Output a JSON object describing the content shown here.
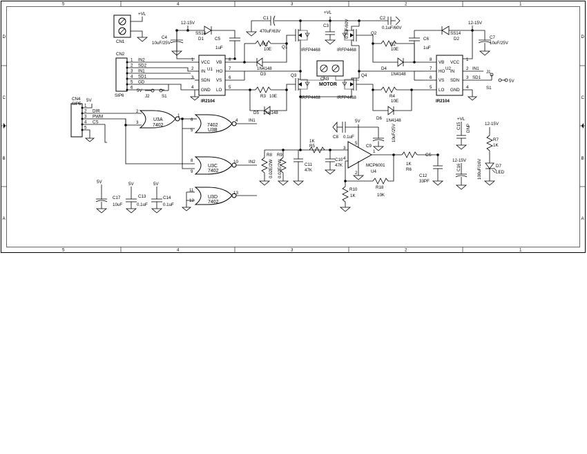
{
  "frame": {
    "cols_top": [
      "5",
      "4",
      "3",
      "2",
      "1"
    ],
    "cols_bottom": [
      "5",
      "4",
      "3",
      "2",
      "1"
    ],
    "rows_left": [
      "D",
      "C",
      "B",
      "A"
    ],
    "rows_right": [
      "D",
      "C",
      "B",
      "A"
    ]
  },
  "nets": {
    "vl": "+VL",
    "v12_15": "12-15V",
    "v5": "5V",
    "in1": "IN1",
    "in2": "IN2",
    "sd1": "SD1",
    "sd2": "SD2",
    "dir": "DIR",
    "pwm": "PWM",
    "cs": "CS",
    "gd": "GD"
  },
  "connectors": {
    "cn1": "CN1",
    "cn2": "CN2",
    "cn2_type": "SIP6",
    "cn3": "CN3",
    "cn3_label": "MOTOR",
    "cn4": "CN4",
    "cn4_type": "SIP5",
    "j1": "J1",
    "j2": "J2",
    "s1": "S1",
    "cn2_pins": [
      {
        "n": "1",
        "sig": "IN2"
      },
      {
        "n": "2",
        "sig": "SD2"
      },
      {
        "n": "3",
        "sig": "IN1"
      },
      {
        "n": "4",
        "sig": "SD1"
      },
      {
        "n": "5",
        "sig": "GD"
      },
      {
        "n": "6",
        "sig": ""
      }
    ],
    "cn4_pins": [
      {
        "n": "1",
        "sig": "5V"
      },
      {
        "n": "2",
        "sig": "DIR"
      },
      {
        "n": "3",
        "sig": "PWM"
      },
      {
        "n": "4",
        "sig": "CS"
      },
      {
        "n": "5",
        "sig": ""
      }
    ]
  },
  "drivers": {
    "u1": {
      "ref": "U1",
      "part": "IR2104",
      "pins_left": [
        {
          "n": "1",
          "name": "VCC"
        },
        {
          "n": "2",
          "name": "IN"
        },
        {
          "n": "3",
          "name": "SDN"
        },
        {
          "n": "4",
          "name": "GND"
        }
      ],
      "pins_right": [
        {
          "n": "8",
          "name": "VB"
        },
        {
          "n": "7",
          "name": "HO"
        },
        {
          "n": "6",
          "name": "VS"
        },
        {
          "n": "5",
          "name": "LO"
        }
      ]
    },
    "u2": {
      "ref": "U2",
      "part": "IR2104",
      "pins_left": [
        {
          "n": "8",
          "name": "VB"
        },
        {
          "n": "7",
          "name": "HO"
        },
        {
          "n": "6",
          "name": "VS"
        },
        {
          "n": "5",
          "name": "LO"
        }
      ],
      "pins_right": [
        {
          "n": "1",
          "name": "VCC"
        },
        {
          "n": "2",
          "name": "IN"
        },
        {
          "n": "3",
          "name": "SDN"
        },
        {
          "n": "4",
          "name": "GND"
        }
      ]
    }
  },
  "mosfets": {
    "q1": "Q1",
    "q2": "Q2",
    "q3": "Q3",
    "q4": "Q4",
    "part": "IRFP4468"
  },
  "diodes": {
    "d1": "D1",
    "d1_part": "SS14",
    "d2": "D2",
    "d2_part": "SS14",
    "d3": "D3",
    "d4": "D4",
    "d5": "D5",
    "d6": "D6",
    "sig_part": "1N4148",
    "d7": "D7",
    "d7_part": "LED"
  },
  "resistors": {
    "r1": "R1",
    "r2": "R2",
    "r3": "R3",
    "r4": "R4",
    "r_gate": "10E",
    "r5": "R5",
    "r5_val": "1K",
    "r6": "R6",
    "r6_val": "1K",
    "r7": "R7",
    "r7_val": "1K",
    "r8": "R8",
    "r9": "R9",
    "r_shunt": "0.02E/2W",
    "r10": "R10",
    "r10_val": "1K",
    "r18": "R18",
    "r18_val": "10K"
  },
  "capacitors": {
    "c1": "C1",
    "c1_val": "470uF/63V",
    "c2": "C2",
    "c2_val": "0.1uF/60V",
    "c3": "C3",
    "c3_val": "0.1uF/60V",
    "c4": "C4",
    "c4_val": "10uF/25V",
    "c5": "C5",
    "c5_val": "1uF",
    "c6": "C6",
    "c6_val": "1uF",
    "c7": "C7",
    "c7_val": "10uF/25V",
    "c8": "C8",
    "c8_val": "0.1uF",
    "c9": "C9",
    "c9_val": "10uF/25V",
    "c10": "C10",
    "c10_val": "47K",
    "c11": "C11",
    "c11_val": "47K",
    "c12": "C12",
    "c12_val": "33PF",
    "c13": "C13",
    "c13_val": "0.1uF",
    "c14": "C14",
    "c14_val": "0.1uF",
    "c15": "C15",
    "c15_val": "DNP",
    "c16": "C16",
    "c16_val": "100uF/16V",
    "c17": "C17",
    "c17_val": "10uF"
  },
  "logic": {
    "u3a": "U3A",
    "u3b": "U3B",
    "u3c": "U3C",
    "u3d": "U3D",
    "part": "7402",
    "u3a_pins": [
      "2",
      "3",
      "1"
    ],
    "u3b_pins": [
      "6",
      "5",
      "4"
    ],
    "u3c_pins": [
      "8",
      "9",
      "10"
    ],
    "u3d_pins": [
      "11",
      "12",
      "13"
    ]
  },
  "opamp": {
    "ref": "U4",
    "part": "MCP6001",
    "pin_in_p": "3",
    "pin_in_n": "4",
    "pin_out": "1",
    "pin_vdd": "5",
    "pin_vss": "2"
  }
}
